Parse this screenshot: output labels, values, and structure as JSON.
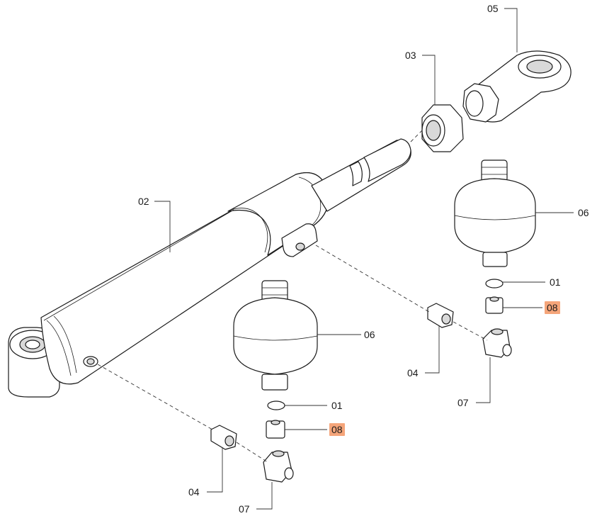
{
  "highlight_color": "#f5a57a",
  "callouts": {
    "c05": "05",
    "c03": "03",
    "c02": "02",
    "c06_right": "06",
    "c06_center": "06",
    "c01_right": "01",
    "c08_right": "08",
    "c04_right": "04",
    "c07_right": "07",
    "c01_center": "01",
    "c08_center": "08",
    "c04_left": "04",
    "c07_center": "07"
  },
  "highlighted_callouts": [
    "c08_right",
    "c08_center"
  ]
}
